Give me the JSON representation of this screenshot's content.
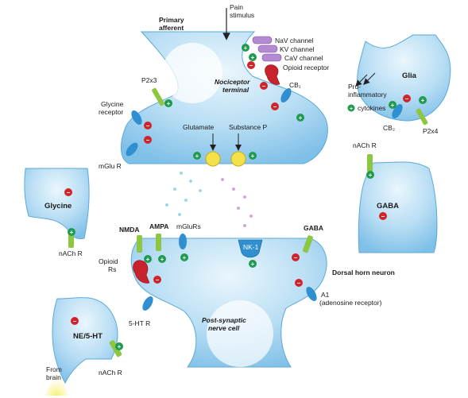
{
  "labels": {
    "pain_stimulus_1": "Pain",
    "pain_stimulus_2": "stimulus",
    "primary_afferent_1": "Primary",
    "primary_afferent_2": "afferent",
    "nav_channel": "NaV channel",
    "kv_channel": "KV channel",
    "cav_channel": "CaV channel",
    "opioid_receptor": "Opioid receptor",
    "nociceptor_terminal_1": "Nociceptor",
    "nociceptor_terminal_2": "terminal",
    "p2x3": "P2x3",
    "cb1": "CB₁",
    "glycine_receptor_1": "Glycine",
    "glycine_receptor_2": "receptor",
    "glutamate": "Glutamate",
    "substance_p": "Substance P",
    "mglu_r": "mGlu R",
    "pro_inflammatory_1": "Pro-",
    "pro_inflammatory_2": "inflammatory",
    "pro_inflammatory_3": "cytokines",
    "glia": "Glia",
    "cb2": "CB₂",
    "p2x4": "P2x4",
    "nach_r_top": "nACh R",
    "gaba_cell": "GABA",
    "glycine_cell": "Glycine",
    "nach_r_left": "nACh R",
    "nmda": "NMDA",
    "ampa": "AMPA",
    "mglurs": "mGluRs",
    "nk1": "NK-1",
    "gaba_receptor": "GABA",
    "opioid_rs_1": "Opioid",
    "opioid_rs_2": "Rs",
    "dorsal_horn_neuron": "Dorsal horn neuron",
    "a1": "A1",
    "adenosine_receptor": "(adenosine receptor)",
    "ht5_r": "5-HT R",
    "post_synaptic_1": "Post-synaptic",
    "post_synaptic_2": "nerve cell",
    "ne_5ht": "NE/5-HT",
    "nach_r_bottom": "nACh R",
    "from_brain_1": "From",
    "from_brain_2": "brain",
    "plus_sign": "+",
    "minus_sign": "−"
  },
  "colors": {
    "cell_fill": "#a9d6f0",
    "cell_outline": "#5da9d8",
    "excitatory": "#1f9a4e",
    "inhibitory": "#d1232a",
    "receptor_blue": "#2f8fd0",
    "receptor_green": "#8dc63f",
    "channel_purple": "#b48ad2",
    "vesicle_yellow": "#f4e14a",
    "opioid_red": "#c8232c"
  }
}
